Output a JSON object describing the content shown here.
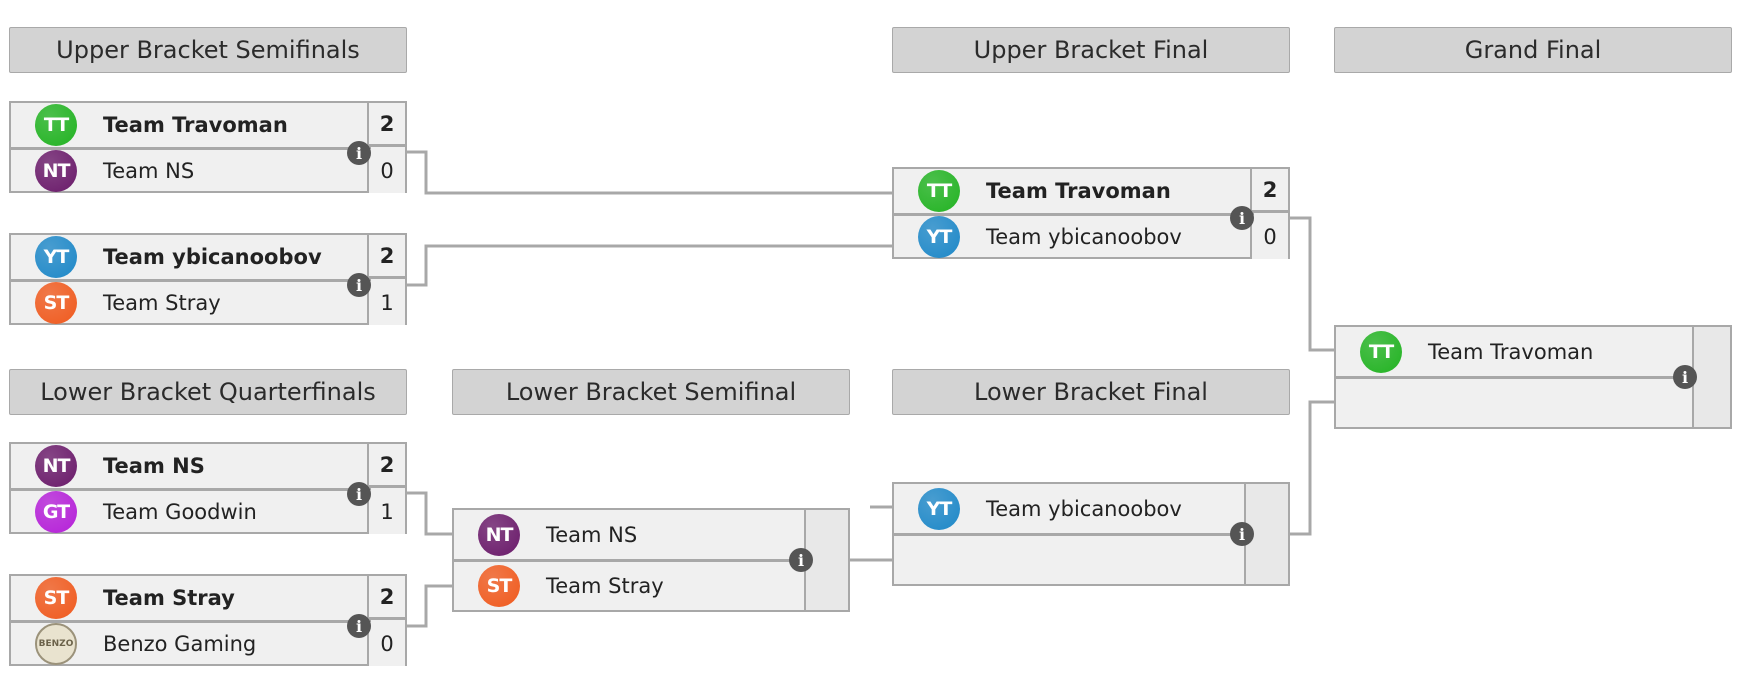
{
  "rounds": {
    "ub_semifinals": "Upper Bracket Semifinals",
    "ub_final": "Upper Bracket Final",
    "grand_final": "Grand Final",
    "lb_quarterfinals": "Lower Bracket Quarterfinals",
    "lb_semifinal": "Lower Bracket Semifinal",
    "lb_final": "Lower Bracket Final"
  },
  "logos": {
    "TT": {
      "text": "TT",
      "color": "#22b322"
    },
    "NT": {
      "text": "NT",
      "color": "#6a1a6a"
    },
    "YT": {
      "text": "YT",
      "color": "#1e88c8"
    },
    "ST": {
      "text": "ST",
      "color": "#f05a1e"
    },
    "GT": {
      "text": "GT",
      "color": "#b520d8"
    },
    "BZ": {
      "text": "BENZO",
      "color": "#e9e3cf"
    }
  },
  "matches": {
    "ubs1": {
      "top": {
        "name": "Team Travoman",
        "score": "2",
        "logo": "TT"
      },
      "bot": {
        "name": "Team NS",
        "score": "0",
        "logo": "NT"
      }
    },
    "ubs2": {
      "top": {
        "name": "Team ybicanoobov",
        "score": "2",
        "logo": "YT"
      },
      "bot": {
        "name": "Team Stray",
        "score": "1",
        "logo": "ST"
      }
    },
    "ubf": {
      "top": {
        "name": "Team Travoman",
        "score": "2",
        "logo": "TT"
      },
      "bot": {
        "name": "Team ybicanoobov",
        "score": "0",
        "logo": "YT"
      }
    },
    "gf": {
      "top": {
        "name": "Team Travoman",
        "score": "",
        "logo": "TT"
      },
      "bot": {
        "name": "",
        "score": "",
        "logo": ""
      }
    },
    "lbq1": {
      "top": {
        "name": "Team NS",
        "score": "2",
        "logo": "NT"
      },
      "bot": {
        "name": "Team Goodwin",
        "score": "1",
        "logo": "GT"
      }
    },
    "lbq2": {
      "top": {
        "name": "Team Stray",
        "score": "2",
        "logo": "ST"
      },
      "bot": {
        "name": "Benzo Gaming",
        "score": "0",
        "logo": "BZ"
      }
    },
    "lbs": {
      "top": {
        "name": "Team NS",
        "score": "",
        "logo": "NT"
      },
      "bot": {
        "name": "Team Stray",
        "score": "",
        "logo": "ST"
      }
    },
    "lbf": {
      "top": {
        "name": "Team ybicanoobov",
        "score": "",
        "logo": "YT"
      },
      "bot": {
        "name": "",
        "score": "",
        "logo": ""
      }
    }
  },
  "icons": {
    "info": "i",
    "info_name": "info-icon"
  },
  "colors": {
    "header_bg": "#d3d3d3",
    "match_bg": "#f0f0f0",
    "line": "#a8a8a8",
    "info_bg": "#555555"
  }
}
